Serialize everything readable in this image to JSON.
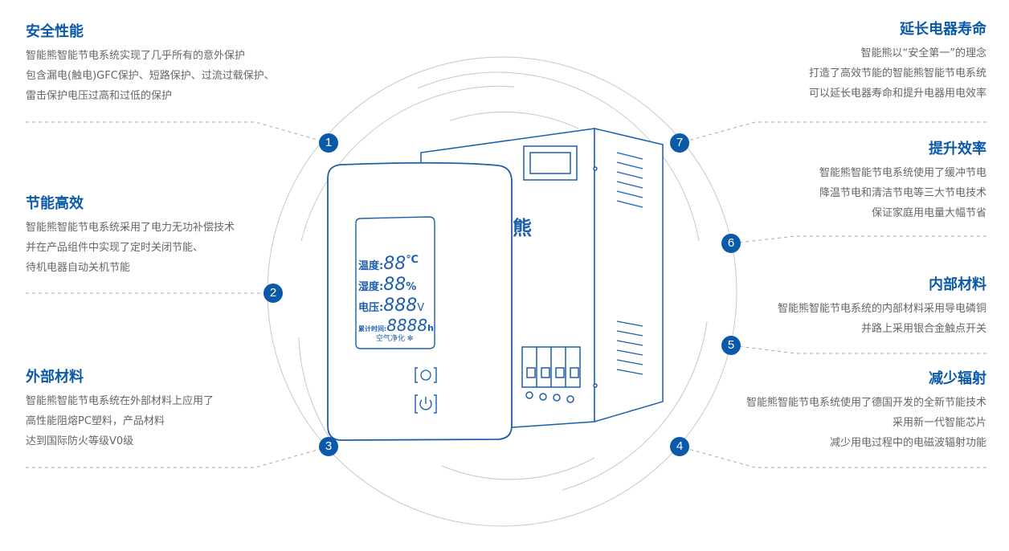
{
  "accent_color": "#0b5aa9",
  "features": [
    {
      "number": "1",
      "title": "安全性能",
      "lines": [
        "智能熊智能节电系统实现了几乎所有的意外保护",
        "包含漏电(触电)GFC保护、短路保护、过流过载保护、",
        "雷击保护电压过高和过低的保护"
      ]
    },
    {
      "number": "2",
      "title": "节能高效",
      "lines": [
        "智能熊智能节电系统采用了电力无功补偿技术",
        "并在产品组件中实现了定时关闭节能、",
        "待机电器自动关机节能"
      ]
    },
    {
      "number": "3",
      "title": "外部材料",
      "lines": [
        "智能熊智能节电系统在外部材料上应用了",
        "高性能阻熔PC塑料，产品材料",
        "达到国际防火等级V0级"
      ]
    },
    {
      "number": "4",
      "title": "减少辐射",
      "lines": [
        "智能熊智能节电系统使用了德国开发的全新节能技术",
        "采用新一代智能芯片",
        "减少用电过程中的电磁波辐射功能"
      ]
    },
    {
      "number": "5",
      "title": "内部材料",
      "lines": [
        "智能熊智能节电系统的内部材料采用导电磷铜",
        "并路上采用银合金触点开关"
      ]
    },
    {
      "number": "6",
      "title": "提升效率",
      "lines": [
        "智能熊智能节电系统使用了缓冲节电",
        "降温节电和清洁节电等三大节电技术",
        "保证家庭用电量大幅节省"
      ]
    },
    {
      "number": "7",
      "title": "延长电器寿命",
      "lines": [
        "智能熊以“安全第一”的理念",
        "打造了高效节能的智能熊智能节电系统",
        "可以延长电器寿命和提升电器用电效率"
      ]
    }
  ],
  "device": {
    "brand_mark": "熊",
    "lcd": {
      "row1_label": "温度:",
      "row1_digits": "88",
      "row1_unit": "℃",
      "row2_label": "湿度:",
      "row2_digits": "88",
      "row2_unit": "%",
      "row3_label": "电压:",
      "row3_digits": "888",
      "row3_unit": "V",
      "row4_label": "累计时间:",
      "row4_digits": "8888",
      "row4_unit": "h",
      "footer": "空气净化"
    }
  }
}
